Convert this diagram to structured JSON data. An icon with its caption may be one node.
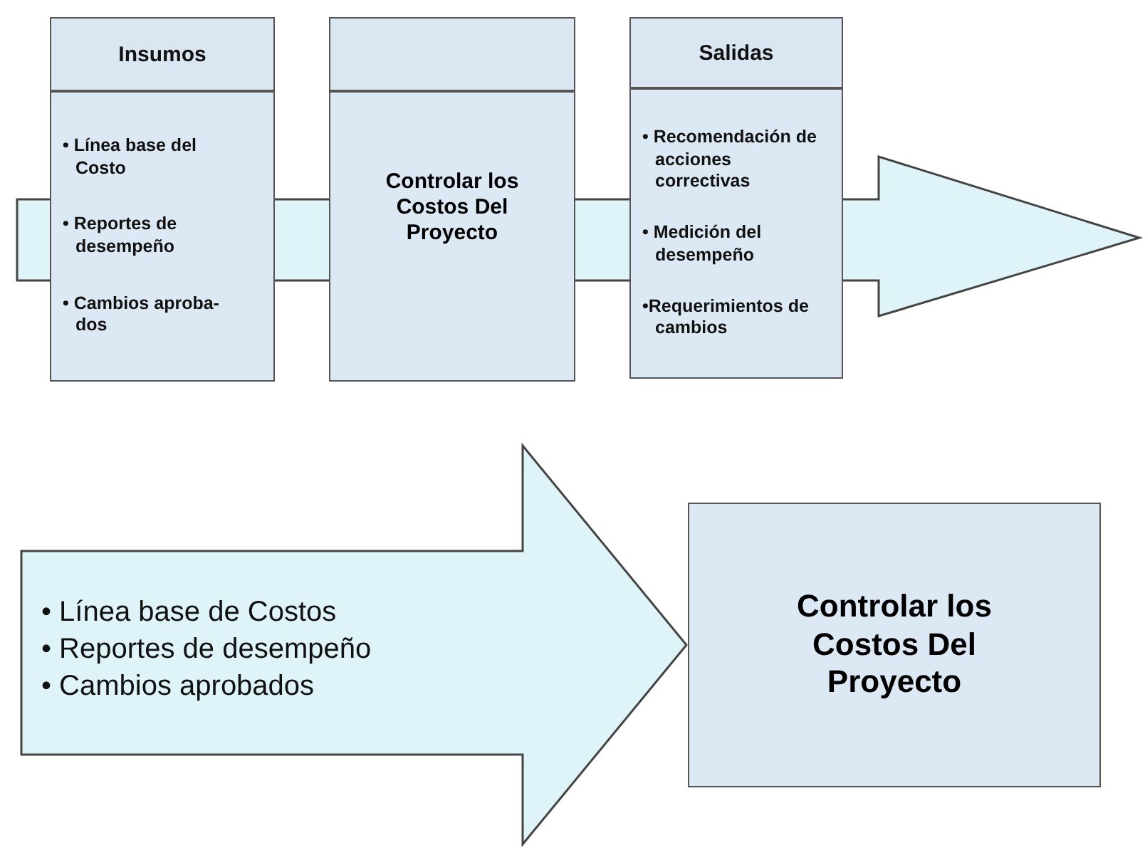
{
  "diagram": {
    "nodes": [
      {
        "text": [
          "Insumos",
          "• Línea base del Costo",
          "• Reportes de desempeño",
          "• Cambios aproba- dos"
        ]
      },
      {
        "text": [
          "Controlar los Costos Del Proyecto"
        ]
      },
      {
        "text": [
          "Salidas",
          "• Recomendación de acciones correctivas",
          "• Medición del desempeño",
          "•Requerimientos de cambios"
        ]
      },
      {
        "text": [
          "• Línea base de Costos",
          "• Reportes de desempeño",
          "• Cambios aprobados"
        ]
      },
      {
        "text": [
          "Controlar los Costos Del Proyecto"
        ]
      }
    ]
  }
}
